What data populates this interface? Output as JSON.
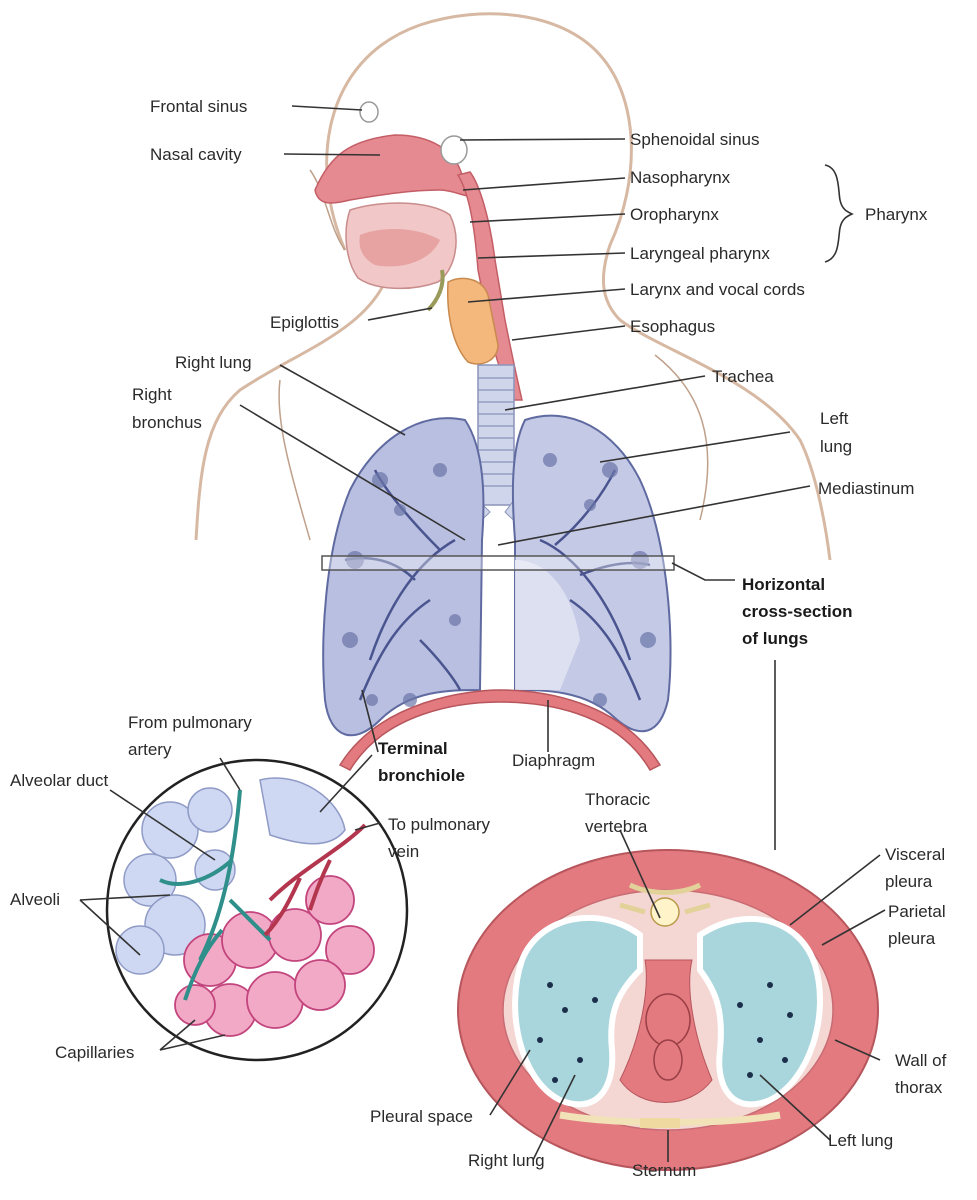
{
  "labels": {
    "frontal_sinus": "Frontal sinus",
    "nasal_cavity": "Nasal cavity",
    "sphenoidal_sinus": "Sphenoidal sinus",
    "nasopharynx": "Nasopharynx",
    "oropharynx": "Oropharynx",
    "laryngeal_pharynx": "Laryngeal pharynx",
    "pharynx": "Pharynx",
    "larynx": "Larynx and vocal cords",
    "epiglottis": "Epiglottis",
    "esophagus": "Esophagus",
    "right_lung": "Right lung",
    "right_bronchus_1": "Right",
    "right_bronchus_2": "bronchus",
    "trachea": "Trachea",
    "left_lung_1": "Left",
    "left_lung_2": "lung",
    "mediastinum": "Mediastinum",
    "cross_section_1": "Horizontal",
    "cross_section_2": "cross-section",
    "cross_section_3": "of lungs",
    "from_pulmonary_1": "From pulmonary",
    "from_pulmonary_2": "artery",
    "alveolar_duct": "Alveolar duct",
    "terminal_1": "Terminal",
    "terminal_2": "bronchiole",
    "diaphragm": "Diaphragm",
    "to_pulmonary_1": "To pulmonary",
    "to_pulmonary_2": "vein",
    "alveoli": "Alveoli",
    "capillaries": "Capillaries",
    "thoracic_1": "Thoracic",
    "thoracic_2": "vertebra",
    "visceral_1": "Visceral",
    "visceral_2": "pleura",
    "parietal_1": "Parietal",
    "parietal_2": "pleura",
    "wall_1": "Wall of",
    "wall_2": "thorax",
    "pleural_space": "Pleural space",
    "cs_right_lung": "Right lung",
    "cs_left_lung": "Left lung",
    "sternum": "Sternum"
  },
  "colors": {
    "airway_pink": "#e58a90",
    "lung_blue": "#b9bfe0",
    "lung_dark": "#6b76a8",
    "larynx_orange": "#f4b87d",
    "alveoli_blue": "#cfd8f2",
    "capillary_pink": "#f2a9c6",
    "thorax_wall": "#e27a80",
    "pleura_teal": "#a9d6dc"
  }
}
